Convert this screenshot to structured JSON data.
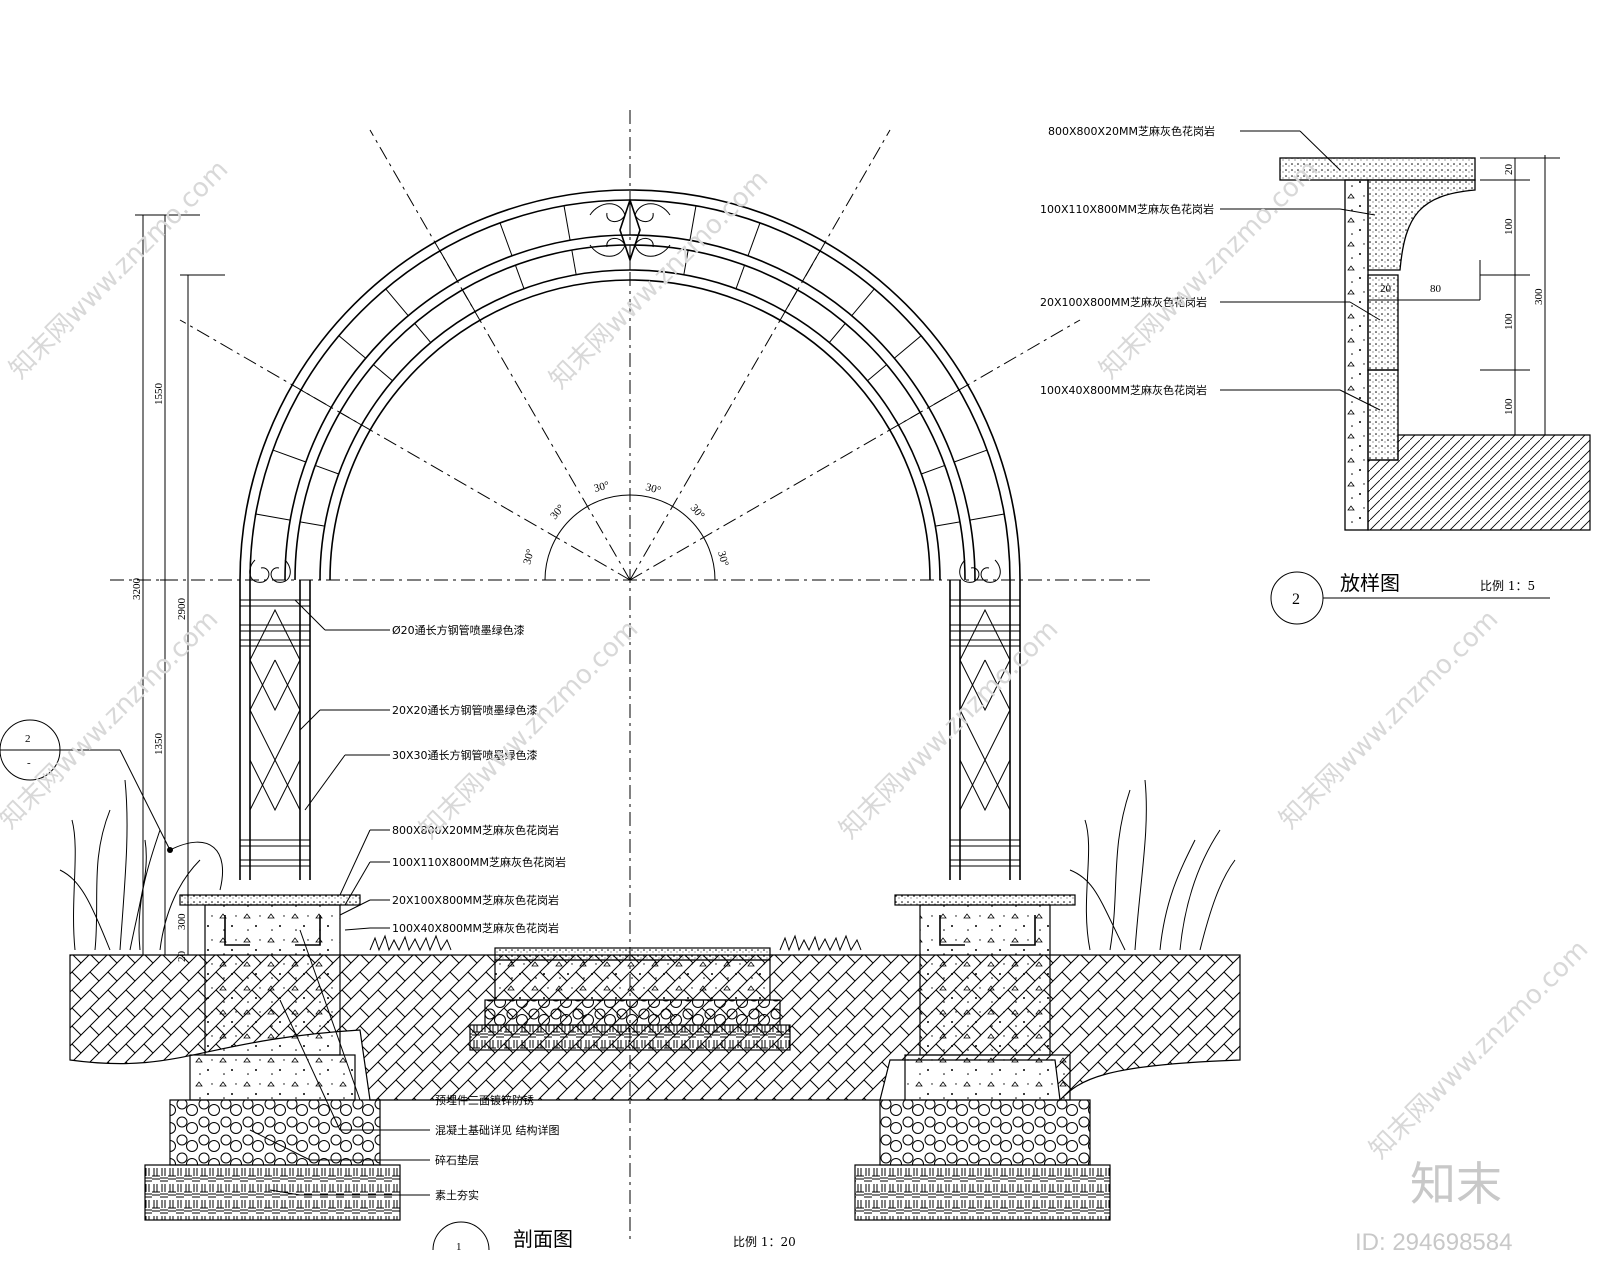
{
  "section": {
    "title": "剖面图",
    "scale": "比例 1：20",
    "marker": "1",
    "callout_num": "2",
    "callout_den": "-",
    "angles": [
      "30°",
      "30°",
      "30°",
      "30°",
      "30°",
      "30°"
    ],
    "dims": {
      "total": "3200",
      "upper": "1550",
      "lower": "1350",
      "arch": "2900",
      "base_a": "300",
      "base_b": "20"
    },
    "labels": [
      "Ø20通长方钢管喷墨绿色漆",
      "20X20通长方钢管喷墨绿色漆",
      "30X30通长方钢管喷墨绿色漆",
      "800X800X20MM芝麻灰色花岗岩",
      "100X110X800MM芝麻灰色花岗岩",
      "20X100X800MM芝麻灰色花岗岩",
      "100X40X800MM芝麻灰色花岗岩"
    ],
    "foundation_labels": [
      "预埋件三面镀锌防锈",
      "混凝土基础详见 结构详图",
      "碎石垫层",
      "素土夯实"
    ]
  },
  "detail": {
    "title": "放样图",
    "scale": "比例 1：5",
    "marker": "2",
    "labels": [
      "800X800X20MM芝麻灰色花岗岩",
      "100X110X800MM芝麻灰色花岗岩",
      "20X100X800MM芝麻灰色花岗岩",
      "100X40X800MM芝麻灰色花岗岩"
    ],
    "dims": {
      "d20": "20",
      "d100a": "100",
      "d100b": "100",
      "d100c": "100",
      "d300": "300",
      "d20b": "20",
      "d80": "80"
    }
  },
  "watermark": {
    "text": "知末网www.znzmo.com",
    "brand": "知末",
    "id": "ID: 294698584"
  }
}
